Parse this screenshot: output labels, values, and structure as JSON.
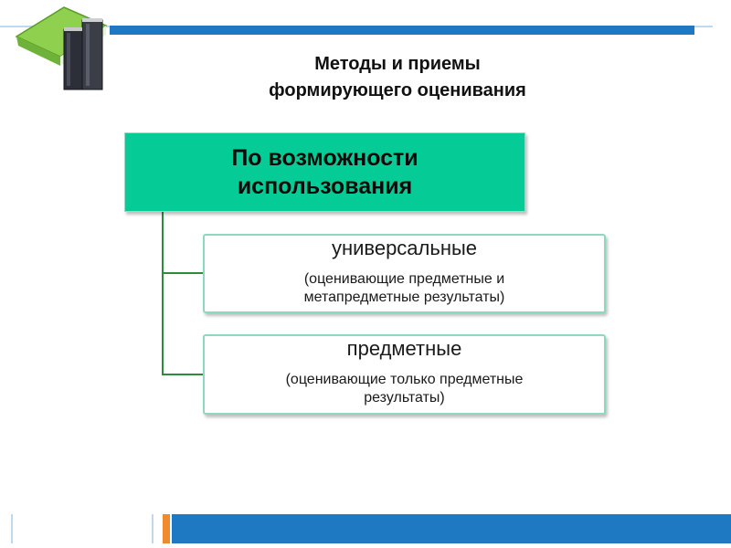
{
  "title": {
    "line1": "Методы и приемы",
    "line2": "формирующего оценивания"
  },
  "main_box": {
    "line1": "По возможности",
    "line2": "использования"
  },
  "branches": [
    {
      "title": "универсальные",
      "desc_line1": "(оценивающие предметные и",
      "desc_line2": "метапредметные результаты)"
    },
    {
      "title": "предметные",
      "desc_line1": "(оценивающие только предметные",
      "desc_line2": "результаты)"
    }
  ],
  "colors": {
    "accent_blue": "#1e78c2",
    "accent_orange": "#f08a2c",
    "main_box_green": "#05cc96",
    "connector_green": "#2e8b3a"
  },
  "icons": [
    "books-icon"
  ]
}
